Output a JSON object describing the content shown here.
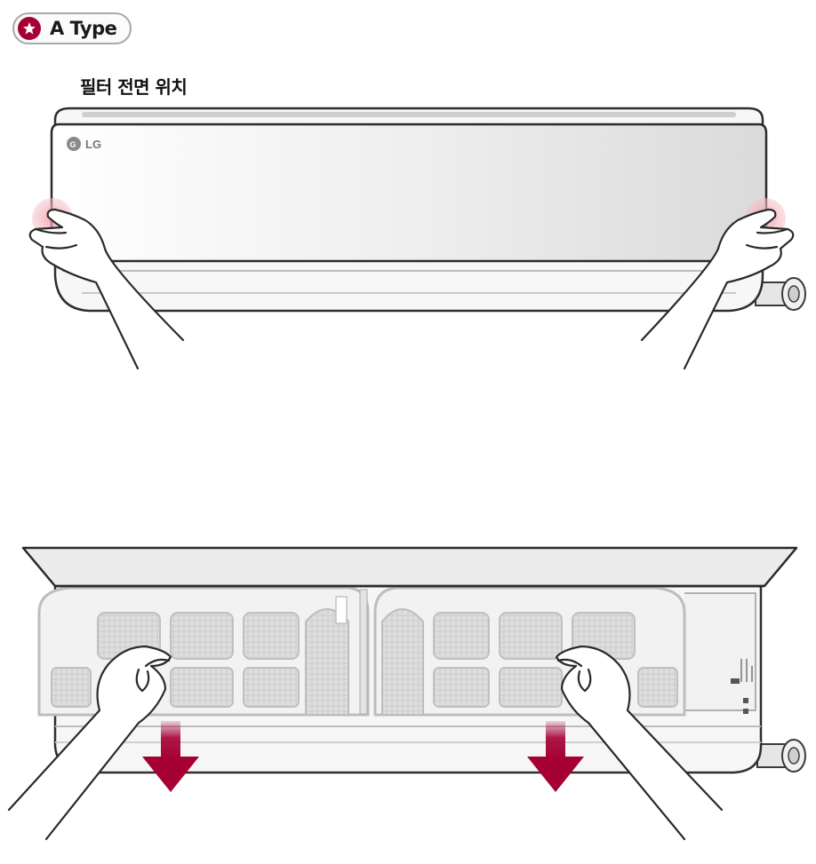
{
  "badge": {
    "icon": "star-icon",
    "label": "A Type",
    "color": "#a50034"
  },
  "caption": "필터 전면 위치",
  "unit_logo": "LG",
  "colors": {
    "accent": "#a50034",
    "highlight": "#f4b5bd",
    "line": "#3a3a3a",
    "filter_gray": "#c9c9c9"
  }
}
